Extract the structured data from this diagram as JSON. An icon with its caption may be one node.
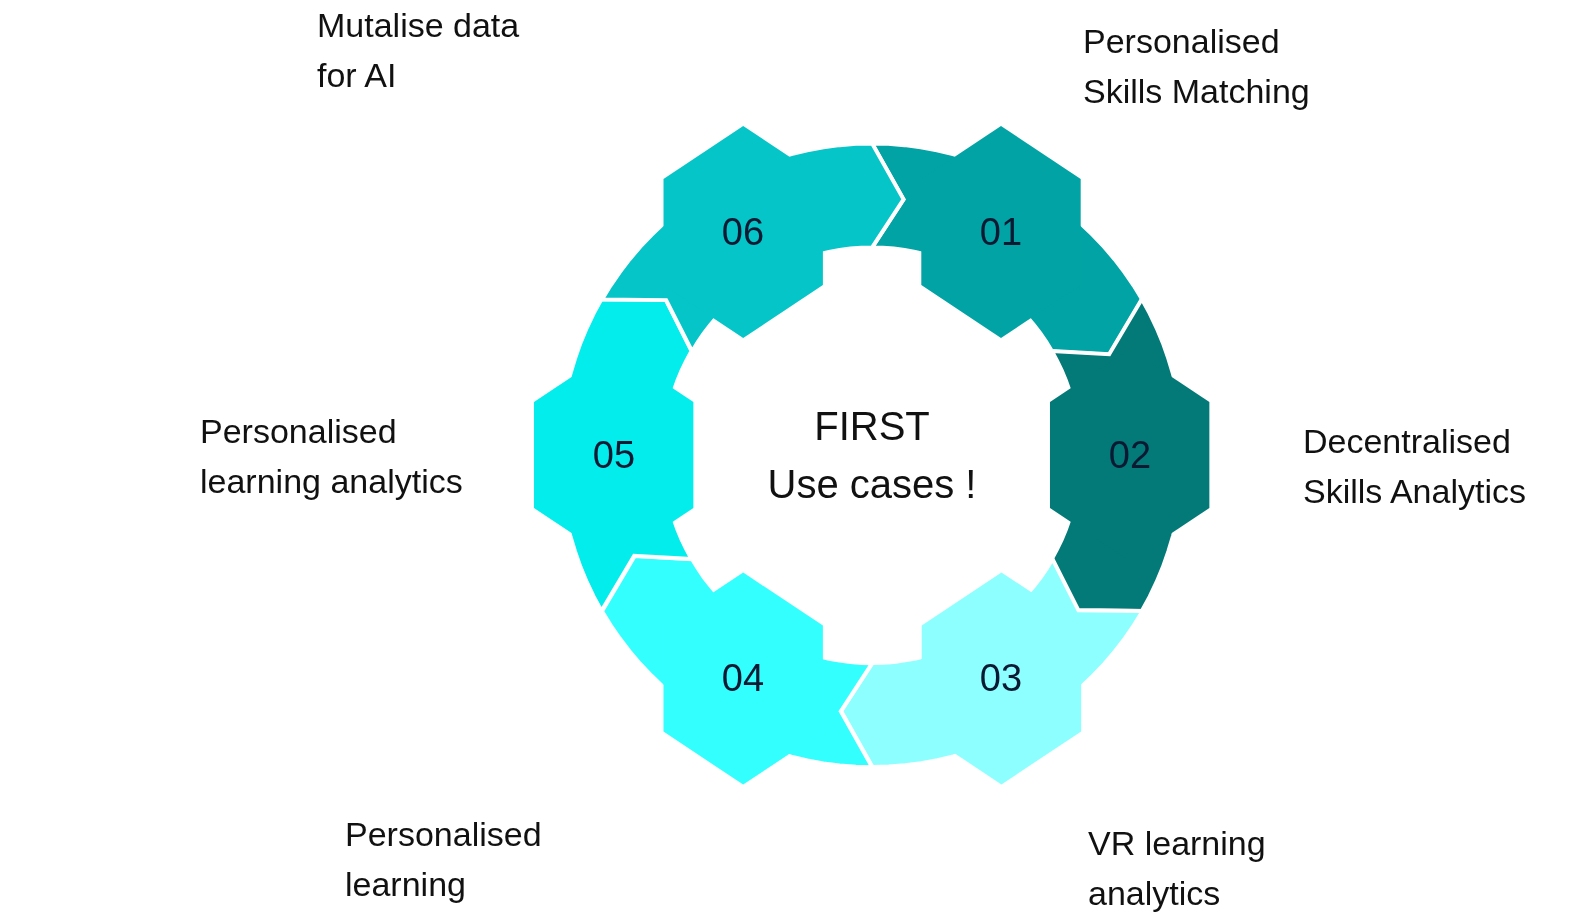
{
  "diagram": {
    "nodes": [
      {
        "text": [
          "FIRST",
          "Use cases !"
        ]
      },
      {
        "text": [
          "01"
        ],
        "beside": [
          "Personalised Skills Matching"
        ]
      },
      {
        "text": [
          "02"
        ],
        "beside": [
          "Decentralised Skills Analytics"
        ]
      },
      {
        "text": [
          "03"
        ],
        "beside": [
          "VR learning analytics"
        ]
      },
      {
        "text": [
          "04"
        ],
        "beside": [
          "Personalised learning"
        ]
      },
      {
        "text": [
          "05"
        ],
        "beside": [
          "Personalised learning analytics"
        ]
      },
      {
        "text": [
          "06"
        ],
        "beside": [
          "Mutalise data for AI"
        ]
      }
    ]
  }
}
